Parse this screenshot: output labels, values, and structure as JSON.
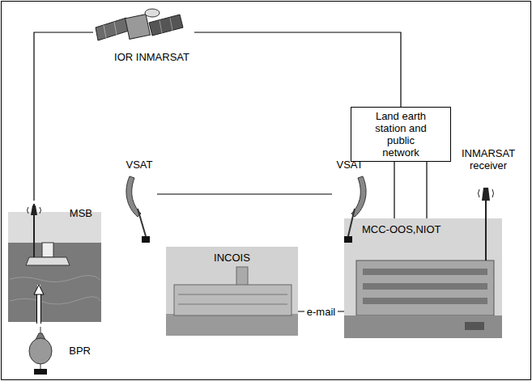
{
  "diagram": {
    "nodes": [
      {
        "text": [
          "IOR INMARSAT"
        ]
      },
      {
        "text": [
          "Land earth station and public network"
        ]
      },
      {
        "text": [
          "MSB"
        ]
      },
      {
        "text": [
          "VSAT"
        ]
      },
      {
        "text": [
          "VSAT"
        ]
      },
      {
        "text": [
          "INMARSAT receiver"
        ]
      },
      {
        "text": [
          "INCOIS"
        ]
      },
      {
        "text": [
          "MCC-OOS,NIOT"
        ]
      },
      {
        "text": [
          "BPR"
        ]
      }
    ],
    "edges": [
      {
        "from": 8,
        "to": 2,
        "arrow": "to"
      },
      {
        "from": 0,
        "to": 2,
        "arrow": "none"
      },
      {
        "from": 0,
        "to": 1,
        "arrow": "none"
      },
      {
        "from": 1,
        "to": 7,
        "arrow": "none"
      },
      {
        "from": 1,
        "to": 7,
        "arrow": "none"
      },
      {
        "from": 3,
        "to": 4,
        "arrow": "none"
      },
      {
        "from": 6,
        "to": 7,
        "label": "e-mail",
        "arrow": "none"
      }
    ]
  }
}
